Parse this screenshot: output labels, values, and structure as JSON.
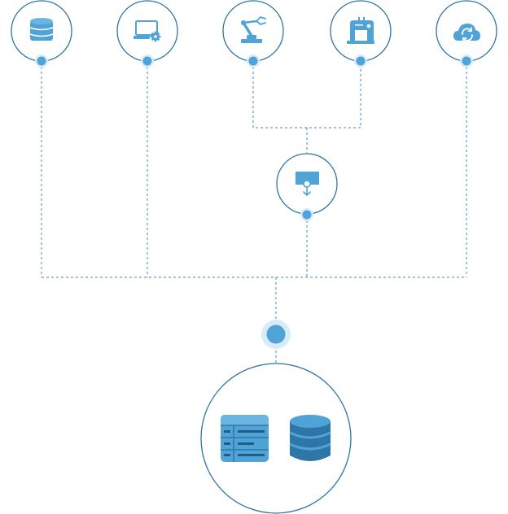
{
  "colors": {
    "outline": "#2e75a3",
    "accent": "#4fa3d6",
    "accent_dark": "#2e76a8",
    "halo": "#d7ebf8",
    "line": "#3f88bf",
    "background": "#ffffff"
  },
  "sources": [
    {
      "id": "database",
      "icon": "database-icon"
    },
    {
      "id": "laptop-settings",
      "icon": "laptop-gear-icon"
    },
    {
      "id": "robot-arm",
      "icon": "robot-arm-icon"
    },
    {
      "id": "sewing-machine",
      "icon": "sewing-machine-icon"
    },
    {
      "id": "cloud-sync",
      "icon": "cloud-sync-icon"
    }
  ],
  "merge_node": {
    "icon": "download-tray-icon"
  },
  "hub": {
    "icon": "hub-dot-icon"
  },
  "destination": {
    "icons": [
      "table-icon",
      "database-stack-icon"
    ]
  }
}
